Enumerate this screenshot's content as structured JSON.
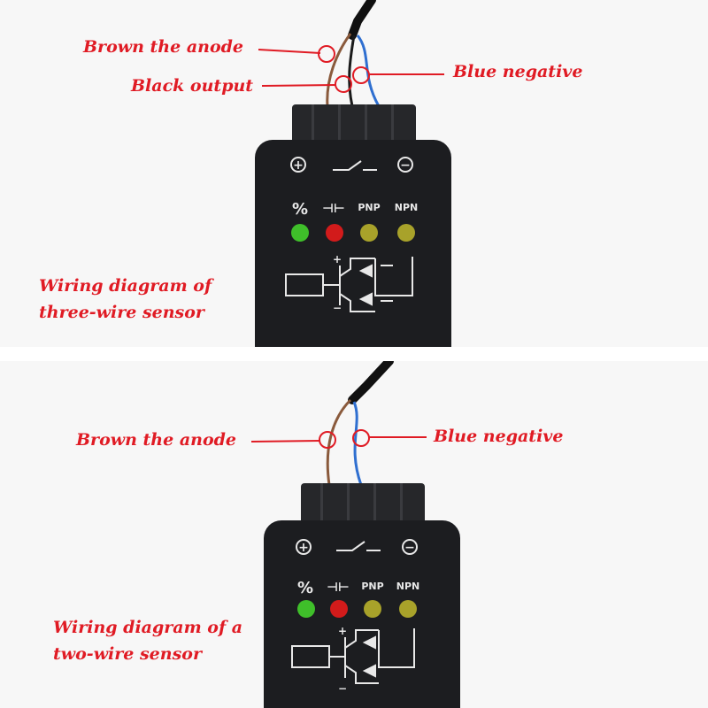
{
  "top_panel": {
    "label_brown": "Brown the anode",
    "label_black": "Black output",
    "label_blue": "Blue negative",
    "caption_line1": "Wiring diagram of",
    "caption_line2": "three-wire sensor",
    "device": {
      "plus_symbol": "+",
      "minus_symbol": "−",
      "indicators": [
        "%",
        "⊣⊢",
        "PNP",
        "NPN"
      ],
      "led_colors": [
        "#3fbf2a",
        "#d21b1b",
        "#a8a22a",
        "#a8a22a"
      ],
      "diagram_plus": "+",
      "diagram_minus": "−"
    }
  },
  "bottom_panel": {
    "label_brown": "Brown the anode",
    "label_blue": "Blue negative",
    "caption_line1": "Wiring diagram of a",
    "caption_line2": "two-wire sensor",
    "device": {
      "plus_symbol": "+",
      "minus_symbol": "−",
      "indicators": [
        "%",
        "⊣⊢",
        "PNP",
        "NPN"
      ],
      "led_colors": [
        "#3fbf2a",
        "#d21b1b",
        "#a8a22a",
        "#a8a22a"
      ],
      "diagram_plus": "+",
      "diagram_minus": "−"
    }
  },
  "colors": {
    "label_red": "#e01b24",
    "device_body": "#1c1d20",
    "wire_brown": "#8a5a3c",
    "wire_blue": "#2f6fd0",
    "wire_black": "#1a1a1a"
  }
}
